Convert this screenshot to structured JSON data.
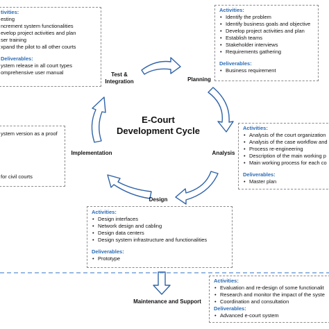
{
  "title": {
    "line1": "E-Court",
    "line2": "Development Cycle"
  },
  "stages": {
    "test": {
      "line1": "Test &",
      "line2": "Integration"
    },
    "planning": "Planning",
    "analysis": "Analysis",
    "design": "Design",
    "implementation": "Implementation",
    "maintenance": "Maintenance and Support"
  },
  "labels": {
    "activities": "Activities:",
    "deliverables": "Deliverables:"
  },
  "boxes": {
    "test": {
      "activities_header": "tivities:",
      "activities": [
        "esting",
        "ncrement system functionalities",
        "evelop project activities and plan",
        "ser training",
        "xpand the pilot to all other courts"
      ],
      "deliverables_header": "Deliverables:",
      "deliverables": [
        "ystem release in all court types",
        "omprehensive user manual"
      ]
    },
    "implementation": {
      "line1": "ystem version as a proof",
      "line2": "for civil courts"
    },
    "planning": {
      "activities": [
        "Identify the problem",
        "Identify business goals and objective",
        "Develop project activities and plan",
        "Establish teams",
        "Stakeholder interviews",
        "Requirements gathering"
      ],
      "deliverables": [
        "Business requirement"
      ]
    },
    "analysis": {
      "activities": [
        "Analysis of the court organization",
        "Analysis of the case workflow and",
        "Process re-engineering",
        "Description of the main working p",
        "Main working process for each co"
      ],
      "deliverables": [
        "Master plan"
      ]
    },
    "design": {
      "activities": [
        "Design interfaces",
        "Network design and cabling",
        "Design data centers",
        "Design system infrastructure and functionalities"
      ],
      "deliverables": [
        "Prototype"
      ]
    },
    "maintenance": {
      "activities": [
        "Evaluation and re-design of some functionalit",
        "Research and monitor the impact of the syste",
        "Coordination and consultation"
      ],
      "deliverables": [
        "Advanced e-court system"
      ]
    }
  }
}
